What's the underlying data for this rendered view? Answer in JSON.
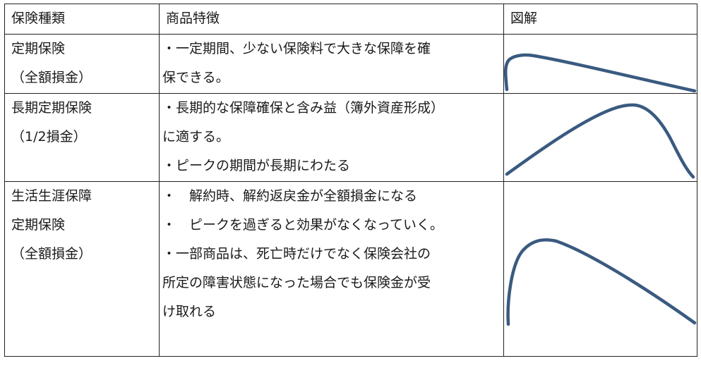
{
  "table": {
    "headers": [
      "保険種類",
      "商品特徴",
      "図解"
    ],
    "rows": [
      {
        "type_lines": [
          "定期保険",
          "（全額損金）"
        ],
        "features": [
          "・一定期間、少ない保険料で大きな保障を確",
          "保できる。"
        ],
        "diagram_icon": "declining-curve-diagram"
      },
      {
        "type_lines": [
          "長期定期保険",
          "（1/2損金）"
        ],
        "features": [
          "・長期的な保障確保と含み益（簿外資産形成）",
          "に適する。",
          "・ピークの期間が長期にわたる"
        ],
        "diagram_icon": "long-peak-curve-diagram"
      },
      {
        "type_lines": [
          "生活生涯保障",
          "定期保険",
          "（全額損金）"
        ],
        "features": [
          "・　解約時、解約返戻金が全額損金になる",
          "・　ピークを過ぎると効果がなくなっていく。",
          "・一部商品は、死亡時だけでなく保険会社の",
          "所定の障害状態になった場合でも保険金が受",
          "け取れる"
        ],
        "diagram_icon": "early-peak-curve-diagram"
      }
    ],
    "curve_color": "#3a5a80",
    "border_color": "#222222"
  }
}
